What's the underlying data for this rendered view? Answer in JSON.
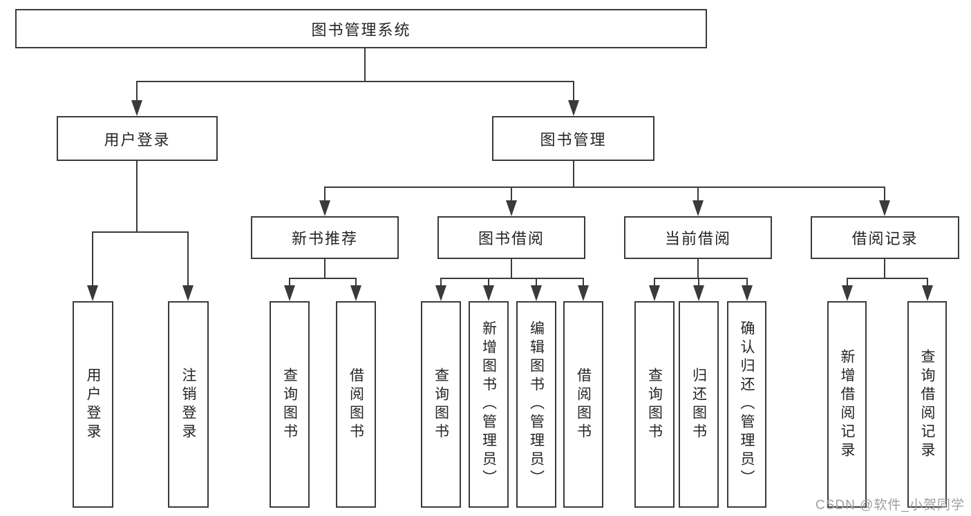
{
  "tree": {
    "root": {
      "label": "图书管理系统"
    },
    "level2": [
      {
        "label": "用户登录"
      },
      {
        "label": "图书管理"
      }
    ],
    "level3": [
      {
        "label": "新书推荐",
        "parent": "图书管理"
      },
      {
        "label": "图书借阅",
        "parent": "图书管理"
      },
      {
        "label": "当前借阅",
        "parent": "图书管理"
      },
      {
        "label": "借阅记录",
        "parent": "图书管理"
      }
    ],
    "leaves": [
      {
        "label": "用户登录",
        "parent": "用户登录"
      },
      {
        "label": "注销登录",
        "parent": "用户登录"
      },
      {
        "label": "查询图书",
        "parent": "新书推荐"
      },
      {
        "label": "借阅图书",
        "parent": "新书推荐"
      },
      {
        "label": "查询图书",
        "parent": "图书借阅"
      },
      {
        "label": "新增图书（管理员）",
        "parent": "图书借阅"
      },
      {
        "label": "编辑图书（管理员）",
        "parent": "图书借阅"
      },
      {
        "label": "借阅图书",
        "parent": "图书借阅"
      },
      {
        "label": "查询图书",
        "parent": "当前借阅"
      },
      {
        "label": "归还图书",
        "parent": "当前借阅"
      },
      {
        "label": "确认归还（管理员）",
        "parent": "当前借阅"
      },
      {
        "label": "新增借阅记录",
        "parent": "借阅记录"
      },
      {
        "label": "查询借阅记录",
        "parent": "借阅记录"
      }
    ]
  },
  "watermark": {
    "text": "CSDN @软件_小贺同学"
  },
  "colors": {
    "line": "#3a3a3a",
    "text": "#252525",
    "watermark": "#9e9e9e",
    "background": "#ffffff"
  }
}
